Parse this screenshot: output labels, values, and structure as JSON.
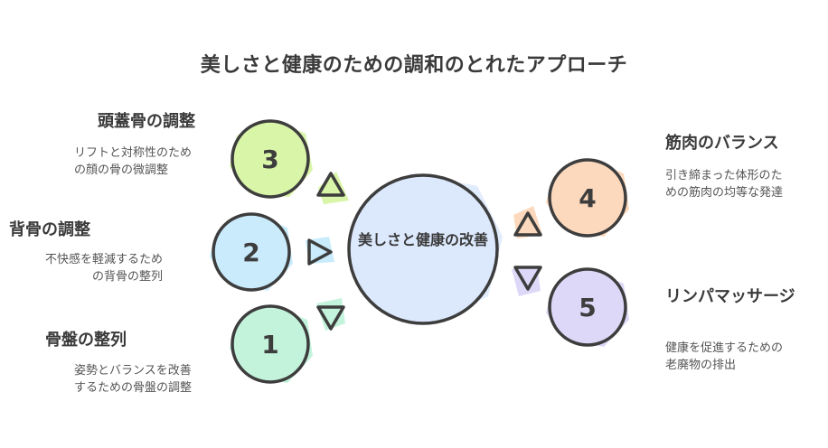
{
  "title": "美しさと健康のための調和のとれたアプローチ",
  "center": {
    "label": "美しさと健康の改善"
  },
  "items": [
    {
      "number": "3",
      "title": "頭蓋骨の調整",
      "description": "リフトと対称性のための顔の骨の微調整",
      "color": "#d9f5a8"
    },
    {
      "number": "2",
      "title": "背骨の調整",
      "description": "不快感を軽減するための背骨の整列",
      "color": "#c9ebfb"
    },
    {
      "number": "1",
      "title": "骨盤の整列",
      "description": "姿勢とバランスを改善するための骨盤の調整",
      "color": "#c4f3dc"
    },
    {
      "number": "4",
      "title": "筋肉のバランス",
      "description": "引き締まった体形のための筋肉の均等な発達",
      "color": "#fcd9bd"
    },
    {
      "number": "5",
      "title": "リンパマッサージ",
      "description": "健康を促進するための老廃物の排出",
      "color": "#ddd8f8"
    }
  ],
  "colors": {
    "center_fill": "#dce9fd",
    "stroke": "#3d3d3d"
  }
}
